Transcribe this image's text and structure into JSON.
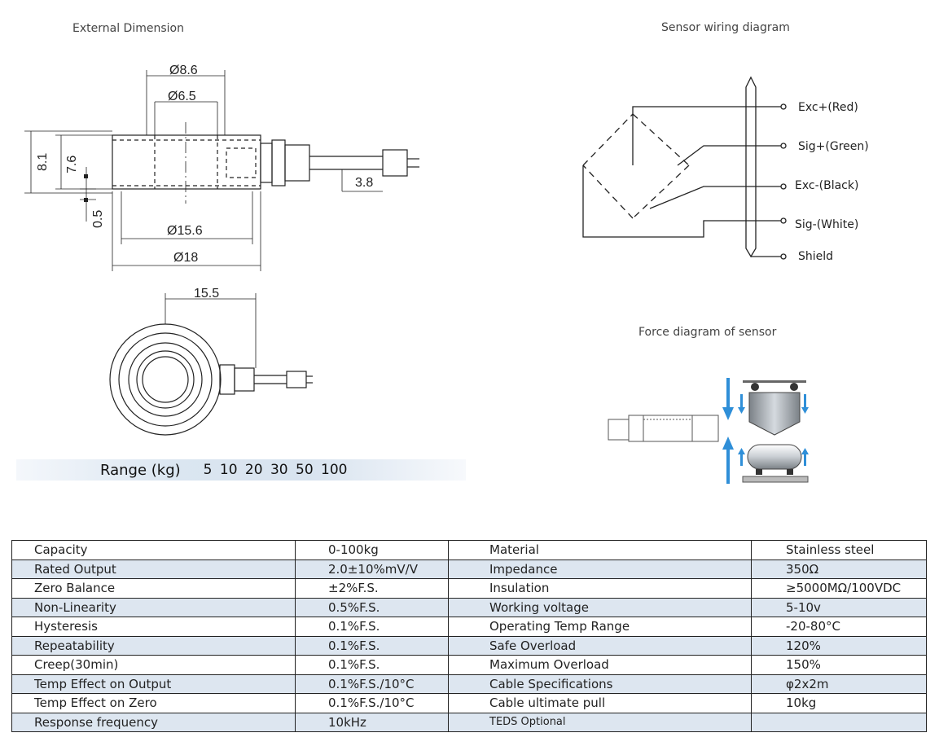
{
  "captions": {
    "external_dimension": "External Dimension",
    "wiring": "Sensor wiring diagram",
    "force": "Force diagram of sensor"
  },
  "dimensions": {
    "d8_6": "Ø8.6",
    "d6_5": "Ø6.5",
    "h8_1": "8.1",
    "h7_6": "7.6",
    "h0_5": "0.5",
    "d3_8": "3.8",
    "d15_6": "Ø15.6",
    "d18": "Ø18",
    "l15_5": "15.5"
  },
  "wiring": {
    "exc_plus": "Exc+(Red)",
    "sig_plus": "Sig+(Green)",
    "exc_minus": "Exc-(Black)",
    "sig_minus": "Sig-(White)",
    "shield": "Shield"
  },
  "range": {
    "label": "Range (kg)",
    "values": "5  10 20 30 50 100"
  },
  "specs": [
    [
      "Capacity",
      "0-100kg",
      "Material",
      "Stainless steel"
    ],
    [
      "Rated Output",
      "2.0±10%mV/V",
      "Impedance",
      "350Ω"
    ],
    [
      "Zero Balance",
      "±2%F.S.",
      "Insulation",
      "≥5000MΩ/100VDC"
    ],
    [
      "Non-Linearity",
      "0.5%F.S.",
      "Working voltage",
      "5-10v"
    ],
    [
      "Hysteresis",
      "0.1%F.S.",
      "Operating Temp Range",
      "-20-80°C"
    ],
    [
      "Repeatability",
      "0.1%F.S.",
      "Safe Overload",
      "120%"
    ],
    [
      "Creep(30min)",
      "0.1%F.S.",
      "Maximum Overload",
      "150%"
    ],
    [
      "Temp Effect on Output",
      "0.1%F.S./10°C",
      "Cable Specifications",
      "φ2x2m"
    ],
    [
      "Temp Effect on Zero",
      "0.1%F.S./10°C",
      "Cable ultimate pull",
      "10kg"
    ],
    [
      "Response frequency",
      "10kHz",
      "TEDS Optional",
      ""
    ]
  ],
  "colors": {
    "table_stripe": "#dde6f0",
    "force_arrow": "#2f8fd8",
    "range_bar": "#d8e3ef"
  }
}
